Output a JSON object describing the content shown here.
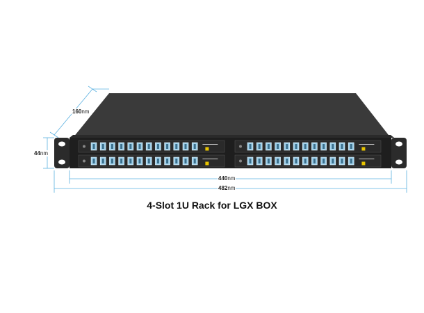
{
  "title": "4-Slot 1U Rack for LGX BOX",
  "dimensions": {
    "depth": {
      "value": "160",
      "unit": "nm"
    },
    "height": {
      "value": "44",
      "unit": "nm"
    },
    "inner_width": {
      "value": "440",
      "unit": "nm"
    },
    "outer_width": {
      "value": "482",
      "unit": "nm"
    }
  },
  "colors": {
    "chassis_top": "#3a3a3a",
    "front_panel": "#1e1e1e",
    "dimension_line": "#5ab0e0",
    "connector": "#9fd0ea",
    "label_yellow": "#e8c400"
  },
  "rack": {
    "slots": 4,
    "ports_per_slot": 12
  }
}
